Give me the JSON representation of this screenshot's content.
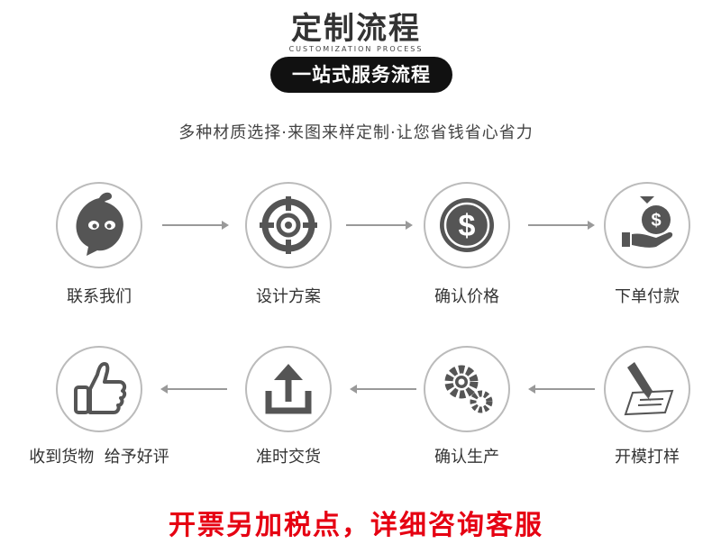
{
  "header": {
    "title": "定制流程",
    "subtitle": "CUSTOMIZATION PROCESS",
    "pill": "一站式服务流程",
    "tagline": "多种材质选择·来图来样定制·让您省钱省心省力"
  },
  "steps": [
    {
      "label": "联系我们",
      "icon": "chat-bubble-icon"
    },
    {
      "label": "设计方案",
      "icon": "target-icon"
    },
    {
      "label": "确认价格",
      "icon": "dollar-coin-icon"
    },
    {
      "label": "下单付款",
      "icon": "money-bag-hand-icon"
    },
    {
      "label": "收到货物  给予好评",
      "icon": "thumbs-up-icon"
    },
    {
      "label": "准时交货",
      "icon": "upload-icon"
    },
    {
      "label": "确认生产",
      "icon": "gears-icon"
    },
    {
      "label": "开模打样",
      "icon": "pencil-document-icon"
    }
  ],
  "footer": "开票另加税点，详细咨询客服",
  "colors": {
    "accent": "#e60012",
    "icon": "#555555",
    "pill_bg": "#111111"
  }
}
